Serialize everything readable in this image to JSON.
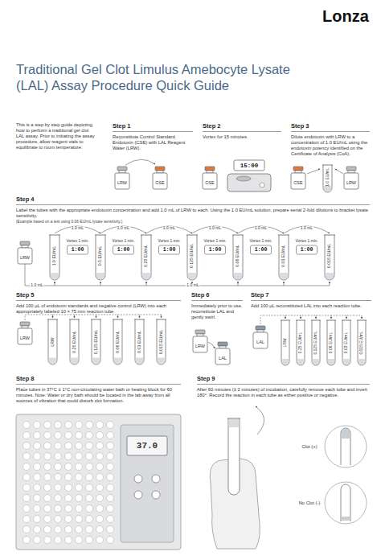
{
  "diagram": {
    "title": "Traditional Gel Clot Limulus Amebocyte Lysate (LAL) Assay Procedure Quick Guide",
    "nodes": [
      {
        "text": [
          "Step 1",
          "Reconstitute Control Standard Endotoxin (CSE) with LAL Reagent Water (LRW)."
        ]
      },
      {
        "text": [
          "Step 2",
          "Vortex for 15 minutes."
        ]
      },
      {
        "text": [
          "Step 3",
          "Dilute endotoxin with LRW to a concentration of 1.0 EU/mL using the endotoxin potency identified on the Certificate of Analysis (CoA)."
        ]
      },
      {
        "text": [
          "Step 4",
          "Label the tubes with the appropriate endotoxin concentration and add 1.0 mL of LRW to each. Using the 1.0 EU/mL solution, prepare serial 2-fold dilutions to bracket lysate sensitivity.",
          "(Example based on a test using 0.06 EU/mL lysate sensitivity.)"
        ]
      },
      {
        "text": [
          "Step 5",
          "Add 100 µL of endotoxin standards and negative control (LRW) into each appropriately labeled 10 × 75 mm reaction tube."
        ]
      },
      {
        "text": [
          "Step 6",
          "Immediately prior to use, reconstitute LAL and gently swirl."
        ]
      },
      {
        "text": [
          "Step 7",
          "Add 100 µL reconstituted LAL into each reaction tube."
        ]
      },
      {
        "text": [
          "Step 8",
          "Place tubes in 37°C ± 1°C non-circulating water bath or heating block for 60 minutes. Note: Water or dry bath should be located in the lab away from all sources of vibration that could disturb clot formation."
        ]
      },
      {
        "text": [
          "Step 9",
          "After 60 minutes (± 2 minutes) of incubation, carefully remove each tube and invert 180°. Record the reaction in each tube as either positive or negative."
        ]
      }
    ],
    "labels": [
      "Lonza",
      "This is a step by step guide depicting how to perform a traditional gel clot LAL assay. Prior to initiating the assay procedure, allow reagent vials to equilibrate to room temperature.",
      "LRW",
      "CSE",
      "CSE",
      "15:00",
      "CSE",
      "1.0 EU/mL",
      "LRW",
      "LRW",
      "1.0 EU/mL",
      "0.5 EU/mL",
      "0.25 EU/mL",
      "0.125 EU/mL",
      "0.06 EU/mL",
      "0.03 EU/mL",
      "0.015 EU/mL",
      "1.0 mL",
      "Vortex 1 min.",
      "1:00",
      "1.0 mL",
      "Vortex 1 min.",
      "1:00",
      "1.0 mL",
      "Vortex 1 min.",
      "1:00",
      "1.0 mL",
      "Vortex 1 min.",
      "1:00",
      "1.0 mL",
      "Vortex 1 min.",
      "1:00",
      "1.0 mL",
      "Vortex 1 min.",
      "1:00",
      "1.0 mL",
      "1.0 mL",
      "LRW",
      "LRW",
      "0.25 EU/mL",
      "0.125 EU/mL",
      "0.06 EU/mL",
      "0.03 EU/mL",
      "0.015 EU/mL",
      "LRW",
      "LAL",
      "LAL",
      "LRW",
      "0.25 EU/mL",
      "0.125 EU/mL",
      "0.06 EU/mL",
      "0.03 EU/mL",
      "0.015 EU/mL",
      "37.0",
      "Clot (+)",
      "No Clot (-)"
    ]
  }
}
